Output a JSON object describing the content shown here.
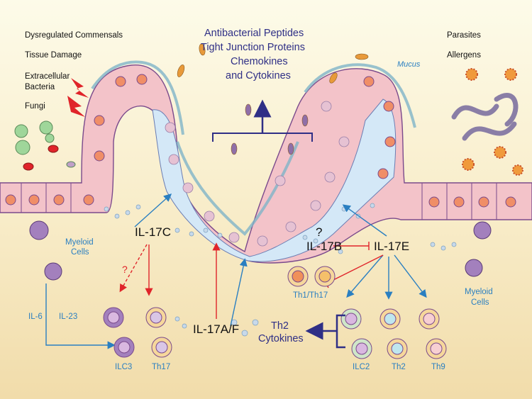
{
  "stimuli_left": [
    "Dysregulated Commensals",
    "Tissue Damage",
    "Extracellular",
    "Bacteria",
    "Fungi"
  ],
  "stimuli_right": [
    "Parasites",
    "Allergens"
  ],
  "effectors": [
    "Antibacterial Peptides",
    "Tight Junction Proteins",
    "Chemokines",
    "and Cytokines"
  ],
  "mucus": "Mucus",
  "cytokines": {
    "il17c": "IL-17C",
    "il17b": "IL-17B",
    "il17e": "IL-17E",
    "il17af": "IL-17A/F",
    "il6": "IL-6",
    "il23": "IL-23",
    "question": "?"
  },
  "myeloid_left": [
    "Myeloid",
    "Cells"
  ],
  "myeloid_right": [
    "Myeloid",
    "Cells"
  ],
  "cells": {
    "ilc3": "ILC3",
    "th17": "Th17",
    "th1_th17": "Th1/Th17",
    "ilc2": "ILC2",
    "th2": "Th2",
    "th9": "Th9"
  },
  "th2_cytokines": [
    "Th2",
    "Cytokines"
  ],
  "colors": {
    "epithelium_pink": "#f3c3c9",
    "epithelium_blue": "#d4e8f7",
    "arrow_blue": "#2a7fc1",
    "arrow_red": "#e0242a",
    "navy": "#2f2f86"
  }
}
